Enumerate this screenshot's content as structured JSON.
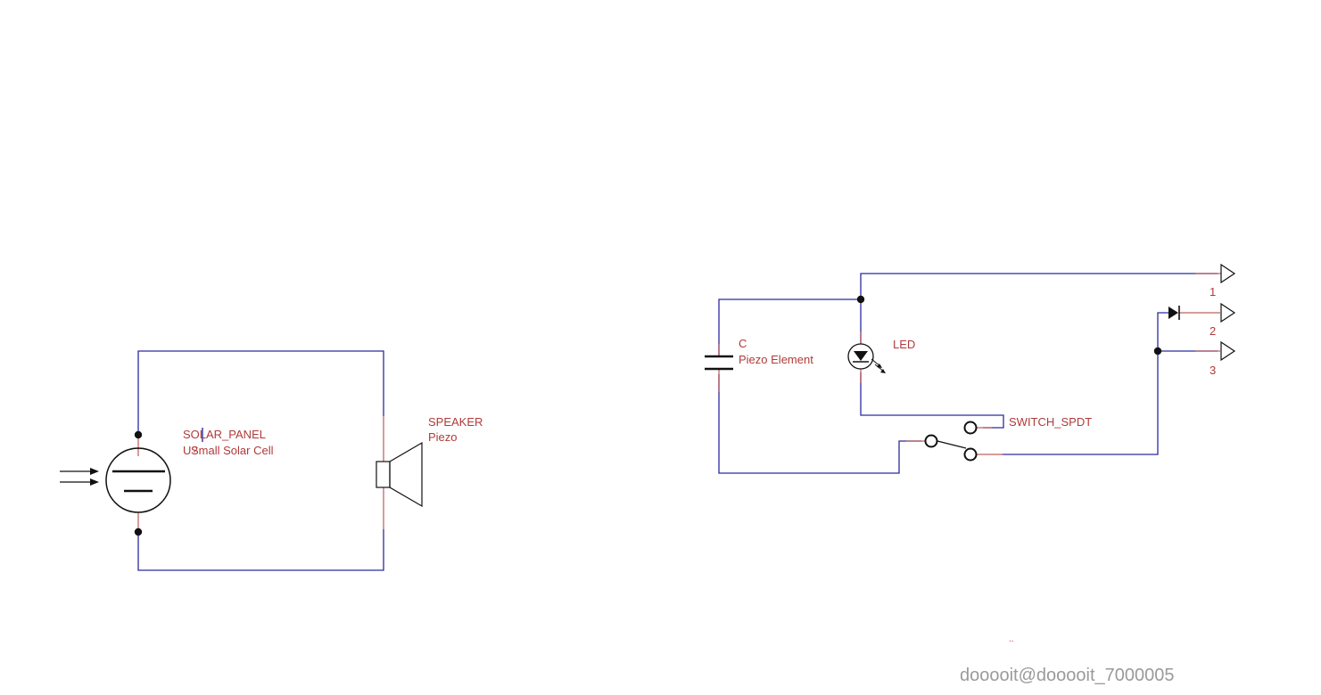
{
  "colors": {
    "wire": "#2b2ba0",
    "lead": "#b03a3a",
    "label": "#b03a3a",
    "symbol": "#111111",
    "watermark": "#9a9a9a"
  },
  "solar_panel": {
    "name": "SOLAR_PANEL",
    "ref": "U?",
    "value": "Small Solar Cell"
  },
  "speaker": {
    "name": "SPEAKER",
    "value": "Piezo"
  },
  "capacitor": {
    "name": "C",
    "value": "Piezo Element"
  },
  "led": {
    "name": "LED"
  },
  "switch": {
    "name": "SWITCH_SPDT"
  },
  "ports": [
    {
      "label": "1"
    },
    {
      "label": "2"
    },
    {
      "label": "3"
    }
  ],
  "stray_mark": "..",
  "watermark": "dooooit@dooooit_7000005"
}
